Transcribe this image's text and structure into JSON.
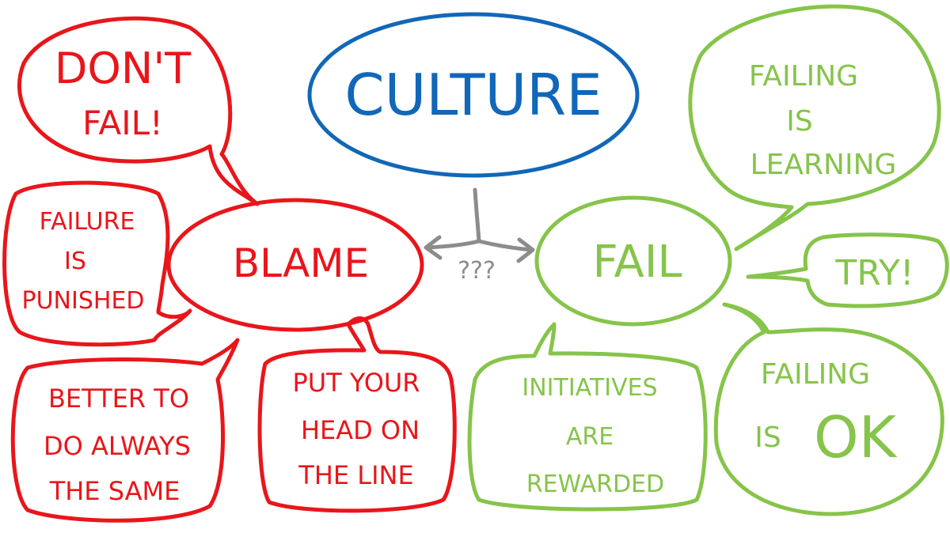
{
  "colors": {
    "blame": "#e8161b",
    "fail": "#86c44a",
    "culture": "#1167b8",
    "connector": "#8c8c8c",
    "background": "#ffffff"
  },
  "center": {
    "title": "CULTURE",
    "connector_label": "???"
  },
  "left": {
    "hub": "BLAME",
    "bubbles": {
      "dont_fail": [
        "DON'T",
        "FAIL!"
      ],
      "failure_punished": [
        "FAILURE",
        "IS",
        "PUNISHED"
      ],
      "better_same": [
        "BETTER TO",
        "DO ALWAYS",
        "THE SAME"
      ],
      "head_on_line": [
        "PUT YOUR",
        "HEAD ON",
        "THE LINE"
      ]
    }
  },
  "right": {
    "hub": "FAIL",
    "bubbles": {
      "failing_learning": [
        "FAILING",
        "IS",
        "LEARNING"
      ],
      "try": [
        "TRY!"
      ],
      "initiatives": [
        "INITIATIVES",
        "ARE",
        "REWARDED"
      ],
      "failing_ok": [
        "FAILING",
        "IS",
        "OK"
      ]
    }
  }
}
